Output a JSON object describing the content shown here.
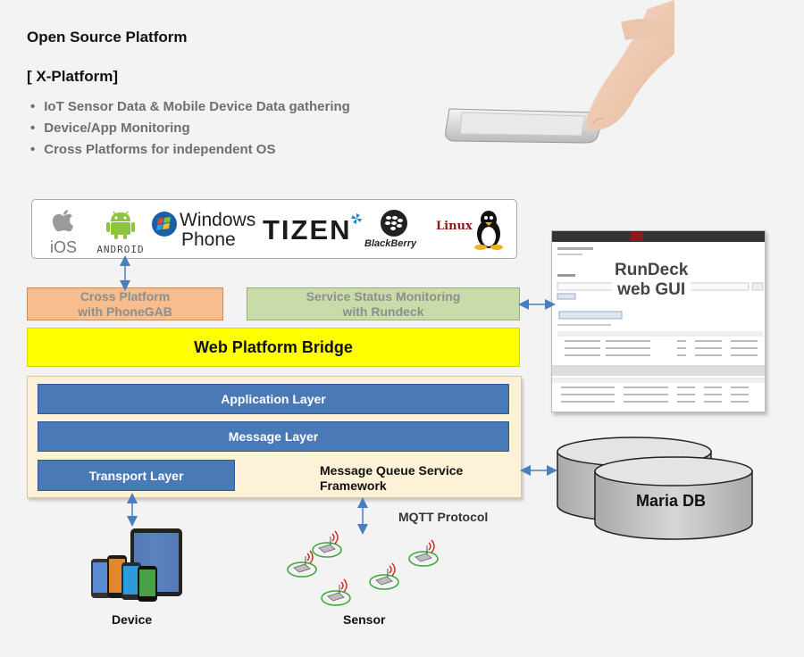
{
  "header": {
    "title": "Open Source Platform",
    "section": "[ X-Platform]",
    "bullets": [
      "IoT Sensor Data & Mobile Device Data gathering",
      "Device/App Monitoring",
      "Cross Platforms for independent OS"
    ]
  },
  "os_logos": {
    "ios": "iOS",
    "android": "ANDROID",
    "windows_line1": "Windows",
    "windows_line2": "Phone",
    "tizen": "TIZEN",
    "blackberry": "BlackBerry",
    "linux": "Linux"
  },
  "boxes": {
    "cross_platform_line1": "Cross Platform",
    "cross_platform_line2": "with PhoneGAB",
    "service_monitor_line1": "Service Status Monitoring",
    "service_monitor_line2": "with Rundeck",
    "bridge": "Web Platform Bridge",
    "application_layer": "Application Layer",
    "message_layer": "Message Layer",
    "transport_layer": "Transport Layer",
    "mq_framework_line1": "Message Queue Service",
    "mq_framework_line2": "Framework"
  },
  "rundeck": {
    "label_line1": "RunDeck",
    "label_line2": "web GUI"
  },
  "database": {
    "label": "Maria DB"
  },
  "bottom": {
    "mqtt": "MQTT Protocol",
    "device": "Device",
    "sensor": "Sensor"
  },
  "colors": {
    "cross_platform_bg": "#f7bd8c",
    "service_monitor_bg": "#c9dba9",
    "bridge_bg": "#ffff00",
    "layer_bg": "#4a79b8",
    "mq_container_bg": "#fdf1d7",
    "arrow": "#4a7fbf"
  }
}
